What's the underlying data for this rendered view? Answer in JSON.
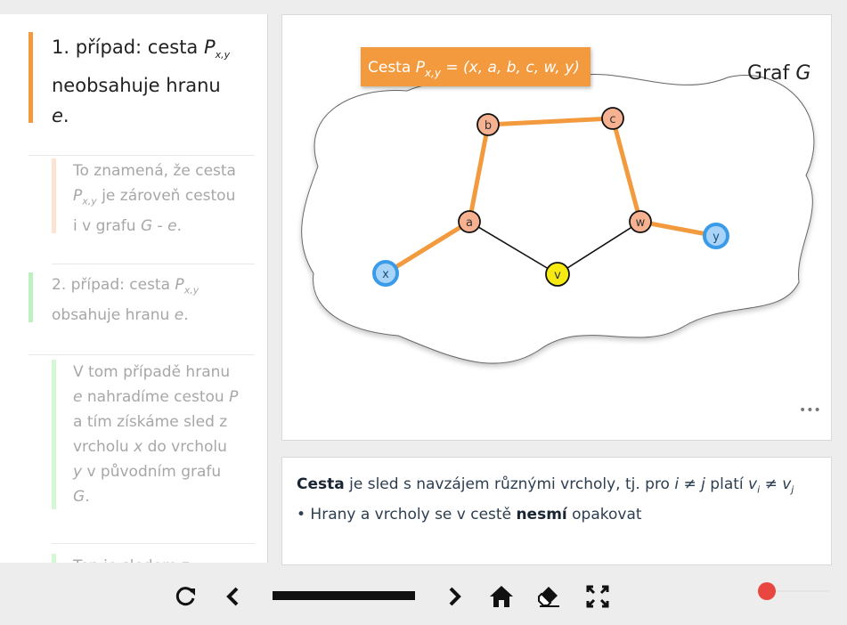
{
  "steps": [
    {
      "prefix": "1. případ: cesta ",
      "path_sym": "P",
      "path_sub": "x,y",
      "line2": "neobsahuje hranu",
      "line3": "e",
      "line3_end": "."
    },
    {
      "l1": "To znamená, že cesta",
      "sym": "P",
      "sub": "x,y",
      "l2": " je zároveň cestou",
      "l3a": "i v grafu ",
      "g": "G",
      "l3b": " - ",
      "e": "e",
      "l3c": "."
    },
    {
      "prefix": "2. případ: cesta ",
      "sym": "P",
      "sub": "x,y",
      "l2a": "obsahuje hranu ",
      "e": "e",
      "l2b": "."
    },
    {
      "l1": "V tom případě hranu",
      "e": "e",
      "l2": " nahradíme cestou ",
      "p": "P",
      "l3": "a tím získáme sled z",
      "l4a": "vrcholu ",
      "x": "x",
      "l4b": " do vrcholu",
      "y": "y",
      "l5": " v původním grafu",
      "g": "G",
      "l6": "."
    },
    {
      "text": "Ten je sledem z"
    }
  ],
  "graph": {
    "title_word": "Graf ",
    "title_sym": "G",
    "callout_prefix": "Cesta ",
    "callout_sym": "P",
    "callout_sub": "x,y",
    "callout_rest": " = (x, a, b, c, w, y)",
    "nodes": [
      {
        "id": "x",
        "label": "x",
        "role": "endpoint"
      },
      {
        "id": "a",
        "label": "a",
        "role": "path"
      },
      {
        "id": "b",
        "label": "b",
        "role": "path"
      },
      {
        "id": "c",
        "label": "c",
        "role": "path"
      },
      {
        "id": "w",
        "label": "w",
        "role": "path"
      },
      {
        "id": "y",
        "label": "y",
        "role": "endpoint"
      },
      {
        "id": "v",
        "label": "v",
        "role": "other"
      }
    ],
    "edges": [
      {
        "from": "x",
        "to": "a",
        "path": true
      },
      {
        "from": "a",
        "to": "b",
        "path": true
      },
      {
        "from": "b",
        "to": "c",
        "path": true
      },
      {
        "from": "c",
        "to": "w",
        "path": true
      },
      {
        "from": "w",
        "to": "y",
        "path": true
      },
      {
        "from": "a",
        "to": "v",
        "path": false
      },
      {
        "from": "v",
        "to": "w",
        "path": false
      }
    ],
    "more_label": "•••"
  },
  "definition": {
    "term": "Cesta",
    "text1": " je sled s navzájem různými vrcholy, tj. pro ",
    "i": "i",
    "neq1": " ≠ ",
    "j": "j",
    "text2": " platí ",
    "vi": "v",
    "vi_sub": "i",
    "neq2": " ≠ ",
    "vj": "v",
    "vj_sub": "j",
    "bullet": "• Hrany a vrcholy se v cestě ",
    "bullet_bold": "nesmí",
    "bullet_end": " opakovat"
  },
  "colors": {
    "accent": "#f29a3d",
    "path_node": "#f6b190",
    "endpoint": "#3a9be8",
    "endpoint_fill": "#a9d4f7",
    "other_node": "#f7ea12",
    "record": "#e8463f"
  },
  "icons": [
    "reload-icon",
    "prev-icon",
    "next-icon",
    "home-icon",
    "eraser-icon",
    "fullscreen-icon"
  ]
}
